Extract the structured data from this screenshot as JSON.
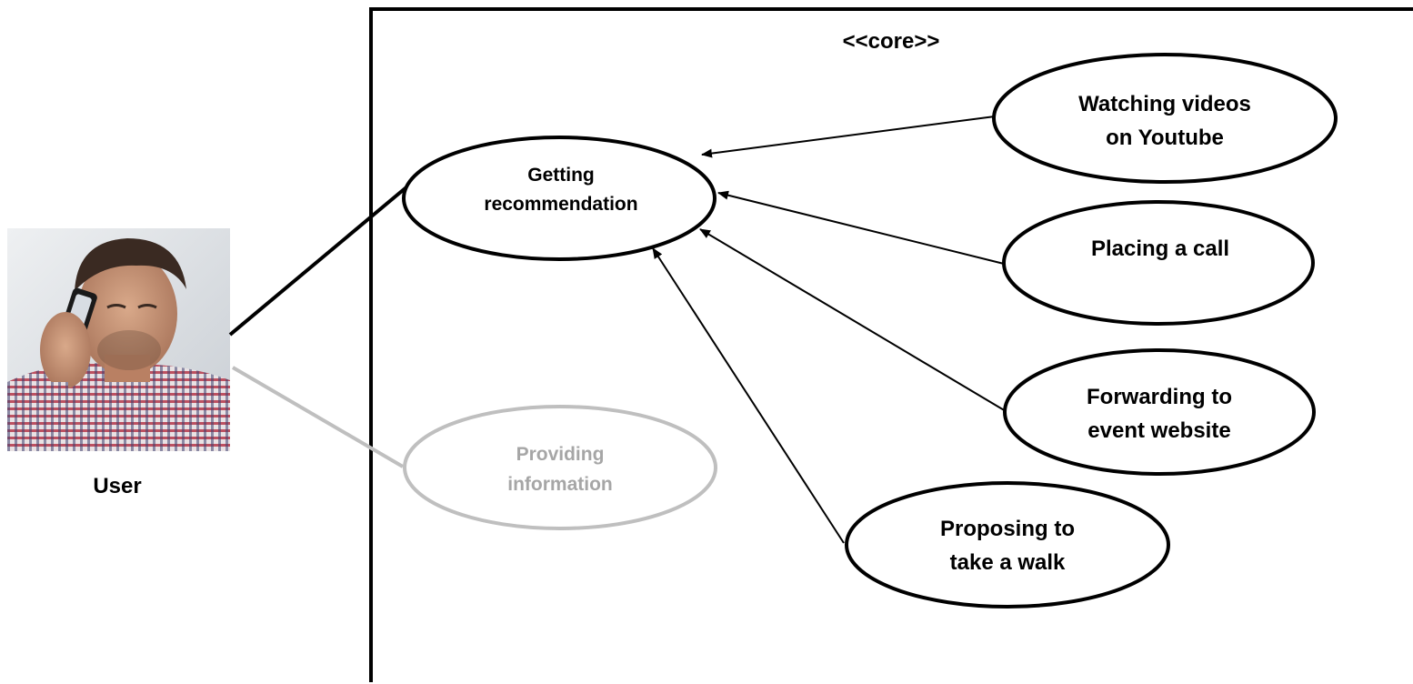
{
  "boundary": {
    "stereotype": "<<core>>"
  },
  "actor": {
    "name": "User",
    "icon": "person-on-phone-photo"
  },
  "use_cases": {
    "getting_recommendation": [
      "Getting",
      "recommendation"
    ],
    "providing_information": [
      "Providing",
      "information"
    ],
    "watching_videos": [
      "Watching videos",
      "on Youtube"
    ],
    "placing_call": [
      "Placing a call"
    ],
    "forwarding_event": [
      "Forwarding to",
      "event website"
    ],
    "proposing_walk": [
      "Proposing to",
      "take a walk"
    ]
  },
  "colors": {
    "primary": "#000000",
    "muted": "#bfbfbf",
    "background": "#ffffff"
  }
}
